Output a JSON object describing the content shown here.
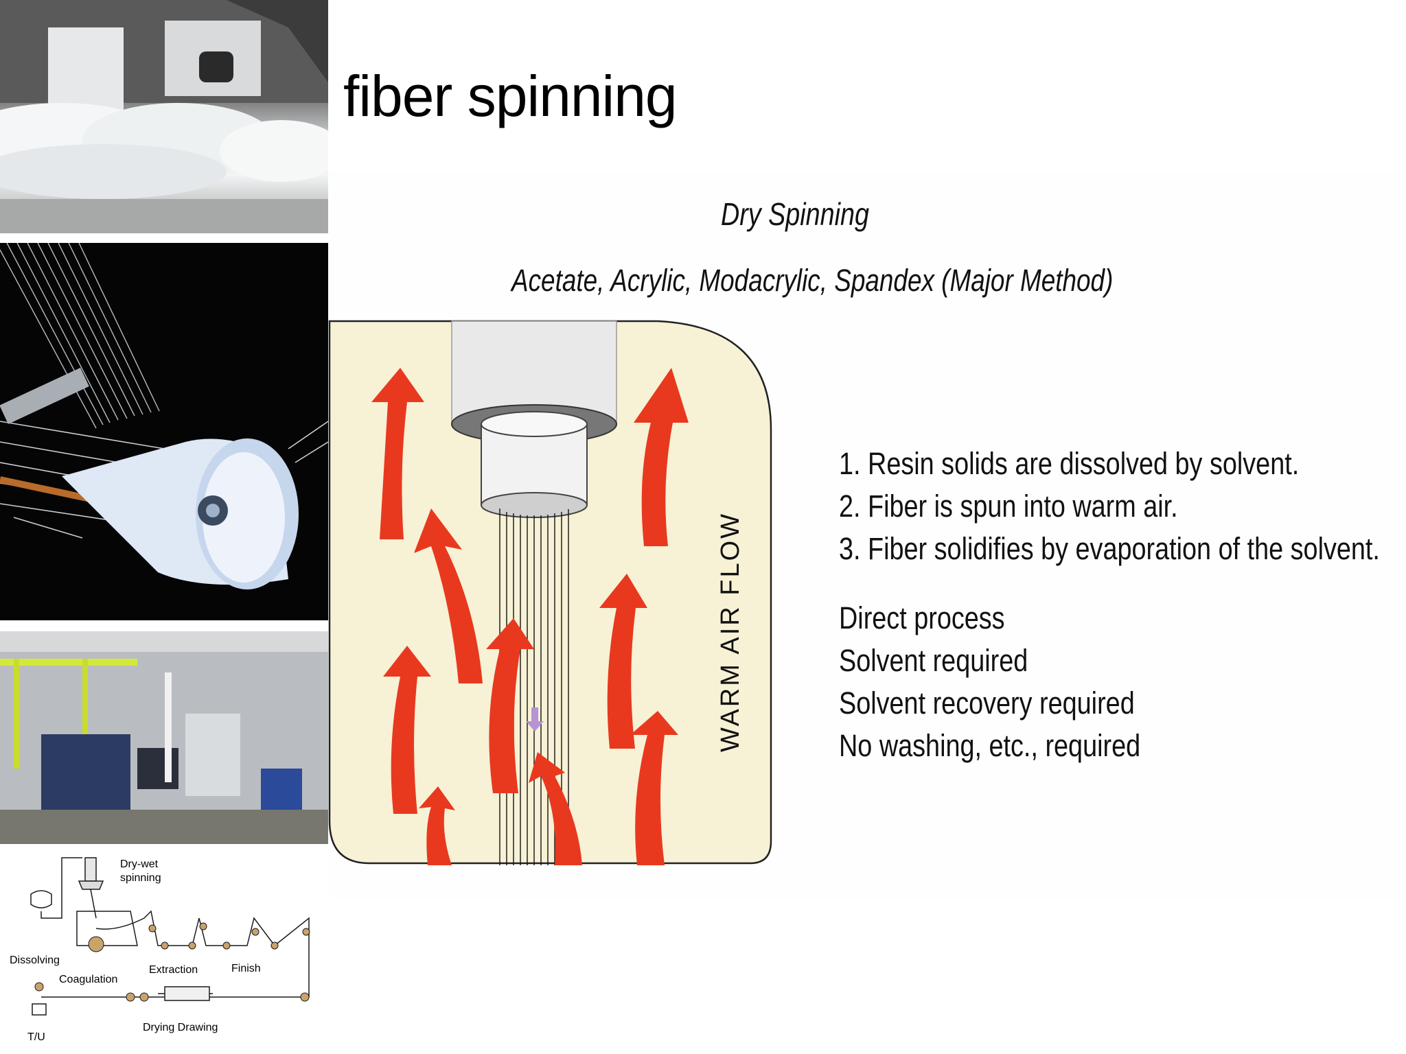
{
  "slide": {
    "title": "fiber spinning"
  },
  "diagram": {
    "heading": "Dry Spinning",
    "subheading": "Acetate, Acrylic, Modacrylic, Spandex (Major Method)",
    "side_label": "WARM AIR FLOW",
    "arrow_color": "#e8391f",
    "chamber_color": "#f7f1d6"
  },
  "steps": [
    "1. Resin solids are dissolved by solvent.",
    "2. Fiber is spun into warm air.",
    "3. Fiber solidifies by evaporation of the solvent."
  ],
  "properties": [
    "Direct process",
    "Solvent required",
    "Solvent recovery required",
    "No washing, etc., required"
  ],
  "schematic": {
    "labels": {
      "dry_wet": "Dry-wet",
      "spinning": "spinning",
      "dissolving": "Dissolving",
      "coagulation": "Coagulation",
      "extraction": "Extraction",
      "finish": "Finish",
      "drying_drawing": "Drying Drawing",
      "tu": "T/U"
    }
  }
}
